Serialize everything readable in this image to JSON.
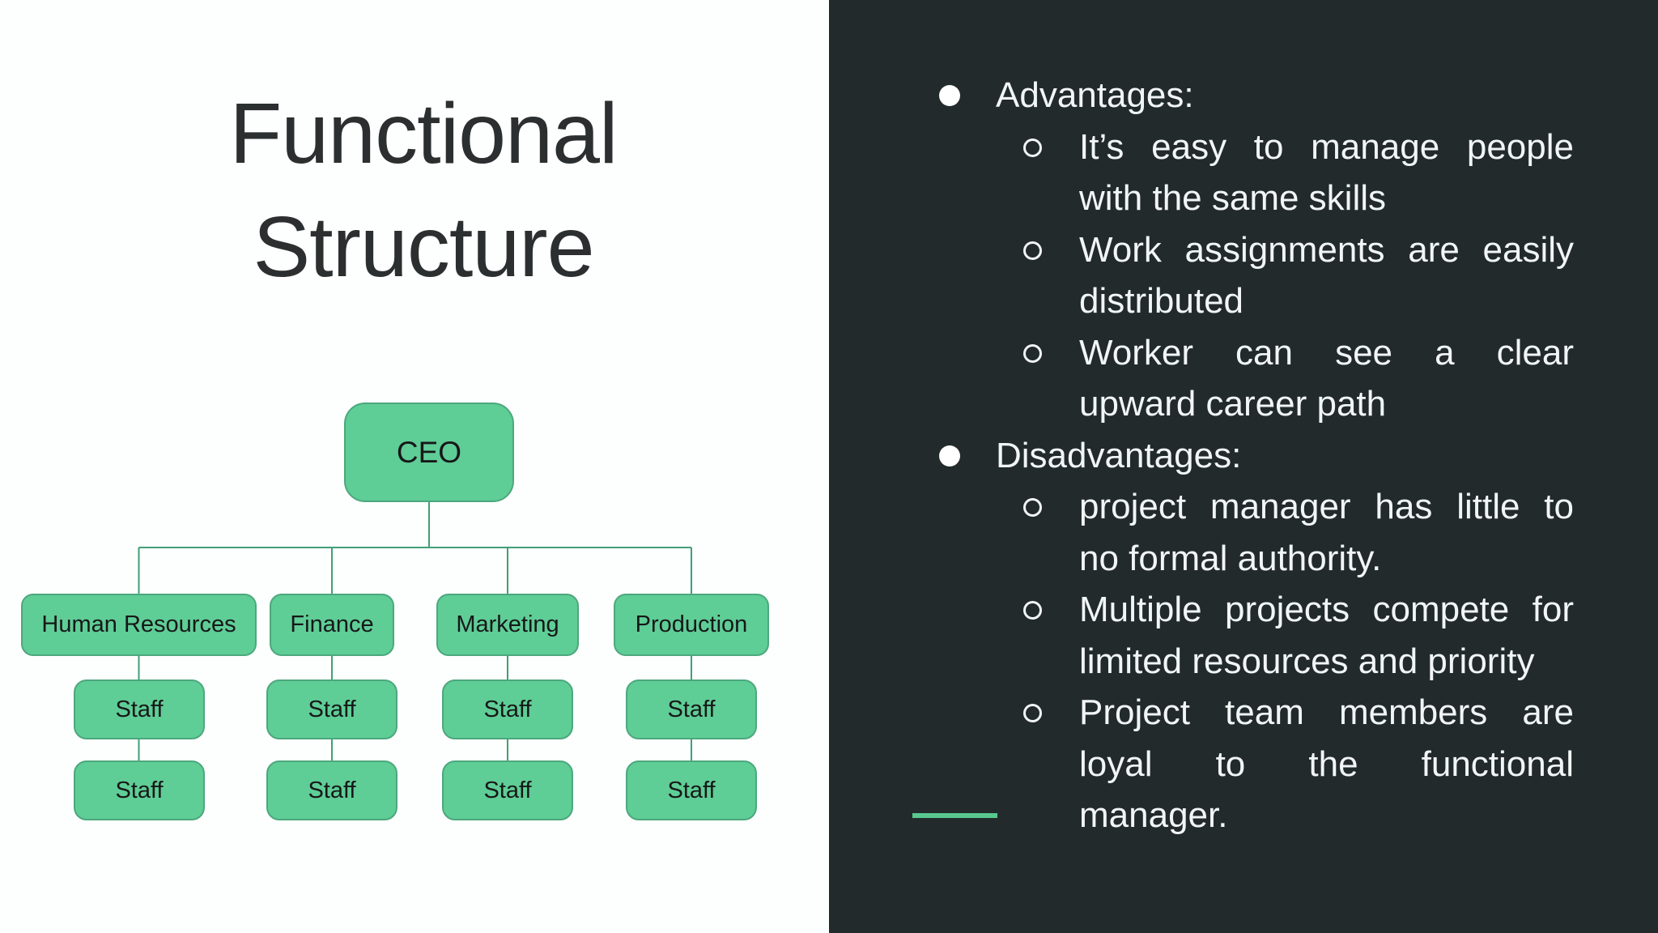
{
  "title": {
    "line1": "Functional",
    "line2": "Structure"
  },
  "org": {
    "root": "CEO",
    "departments": [
      {
        "name": "Human Resources",
        "staff": [
          "Staff",
          "Staff"
        ]
      },
      {
        "name": "Finance",
        "staff": [
          "Staff",
          "Staff"
        ]
      },
      {
        "name": "Marketing",
        "staff": [
          "Staff",
          "Staff"
        ]
      },
      {
        "name": "Production",
        "staff": [
          "Staff",
          "Staff"
        ]
      }
    ]
  },
  "bullets": [
    {
      "label": "Advantages:",
      "items": [
        {
          "lines": [
            "It’s easy to manage people",
            "with the same skills"
          ]
        },
        {
          "lines": [
            "Work assignments are easily",
            "distributed"
          ]
        },
        {
          "lines": [
            "Worker can see a clear",
            "upward career path"
          ]
        }
      ]
    },
    {
      "label": "Disadvantages:",
      "items": [
        {
          "lines": [
            "project manager has little to",
            "no formal authority."
          ]
        },
        {
          "lines": [
            "Multiple projects compete for",
            "limited resources and priority"
          ]
        },
        {
          "lines": [
            "Project team members are",
            "loyal to the functional",
            "manager."
          ]
        }
      ]
    }
  ],
  "colors": {
    "panel_light": "#fdfefe",
    "panel_dark": "#222a2c",
    "box_fill": "#5fcd96",
    "box_border": "#4ca87d",
    "connector_line": "#40a077",
    "accent_line": "#58c78f",
    "title_text": "#2b2f30",
    "body_text": "#f2f5f5"
  }
}
